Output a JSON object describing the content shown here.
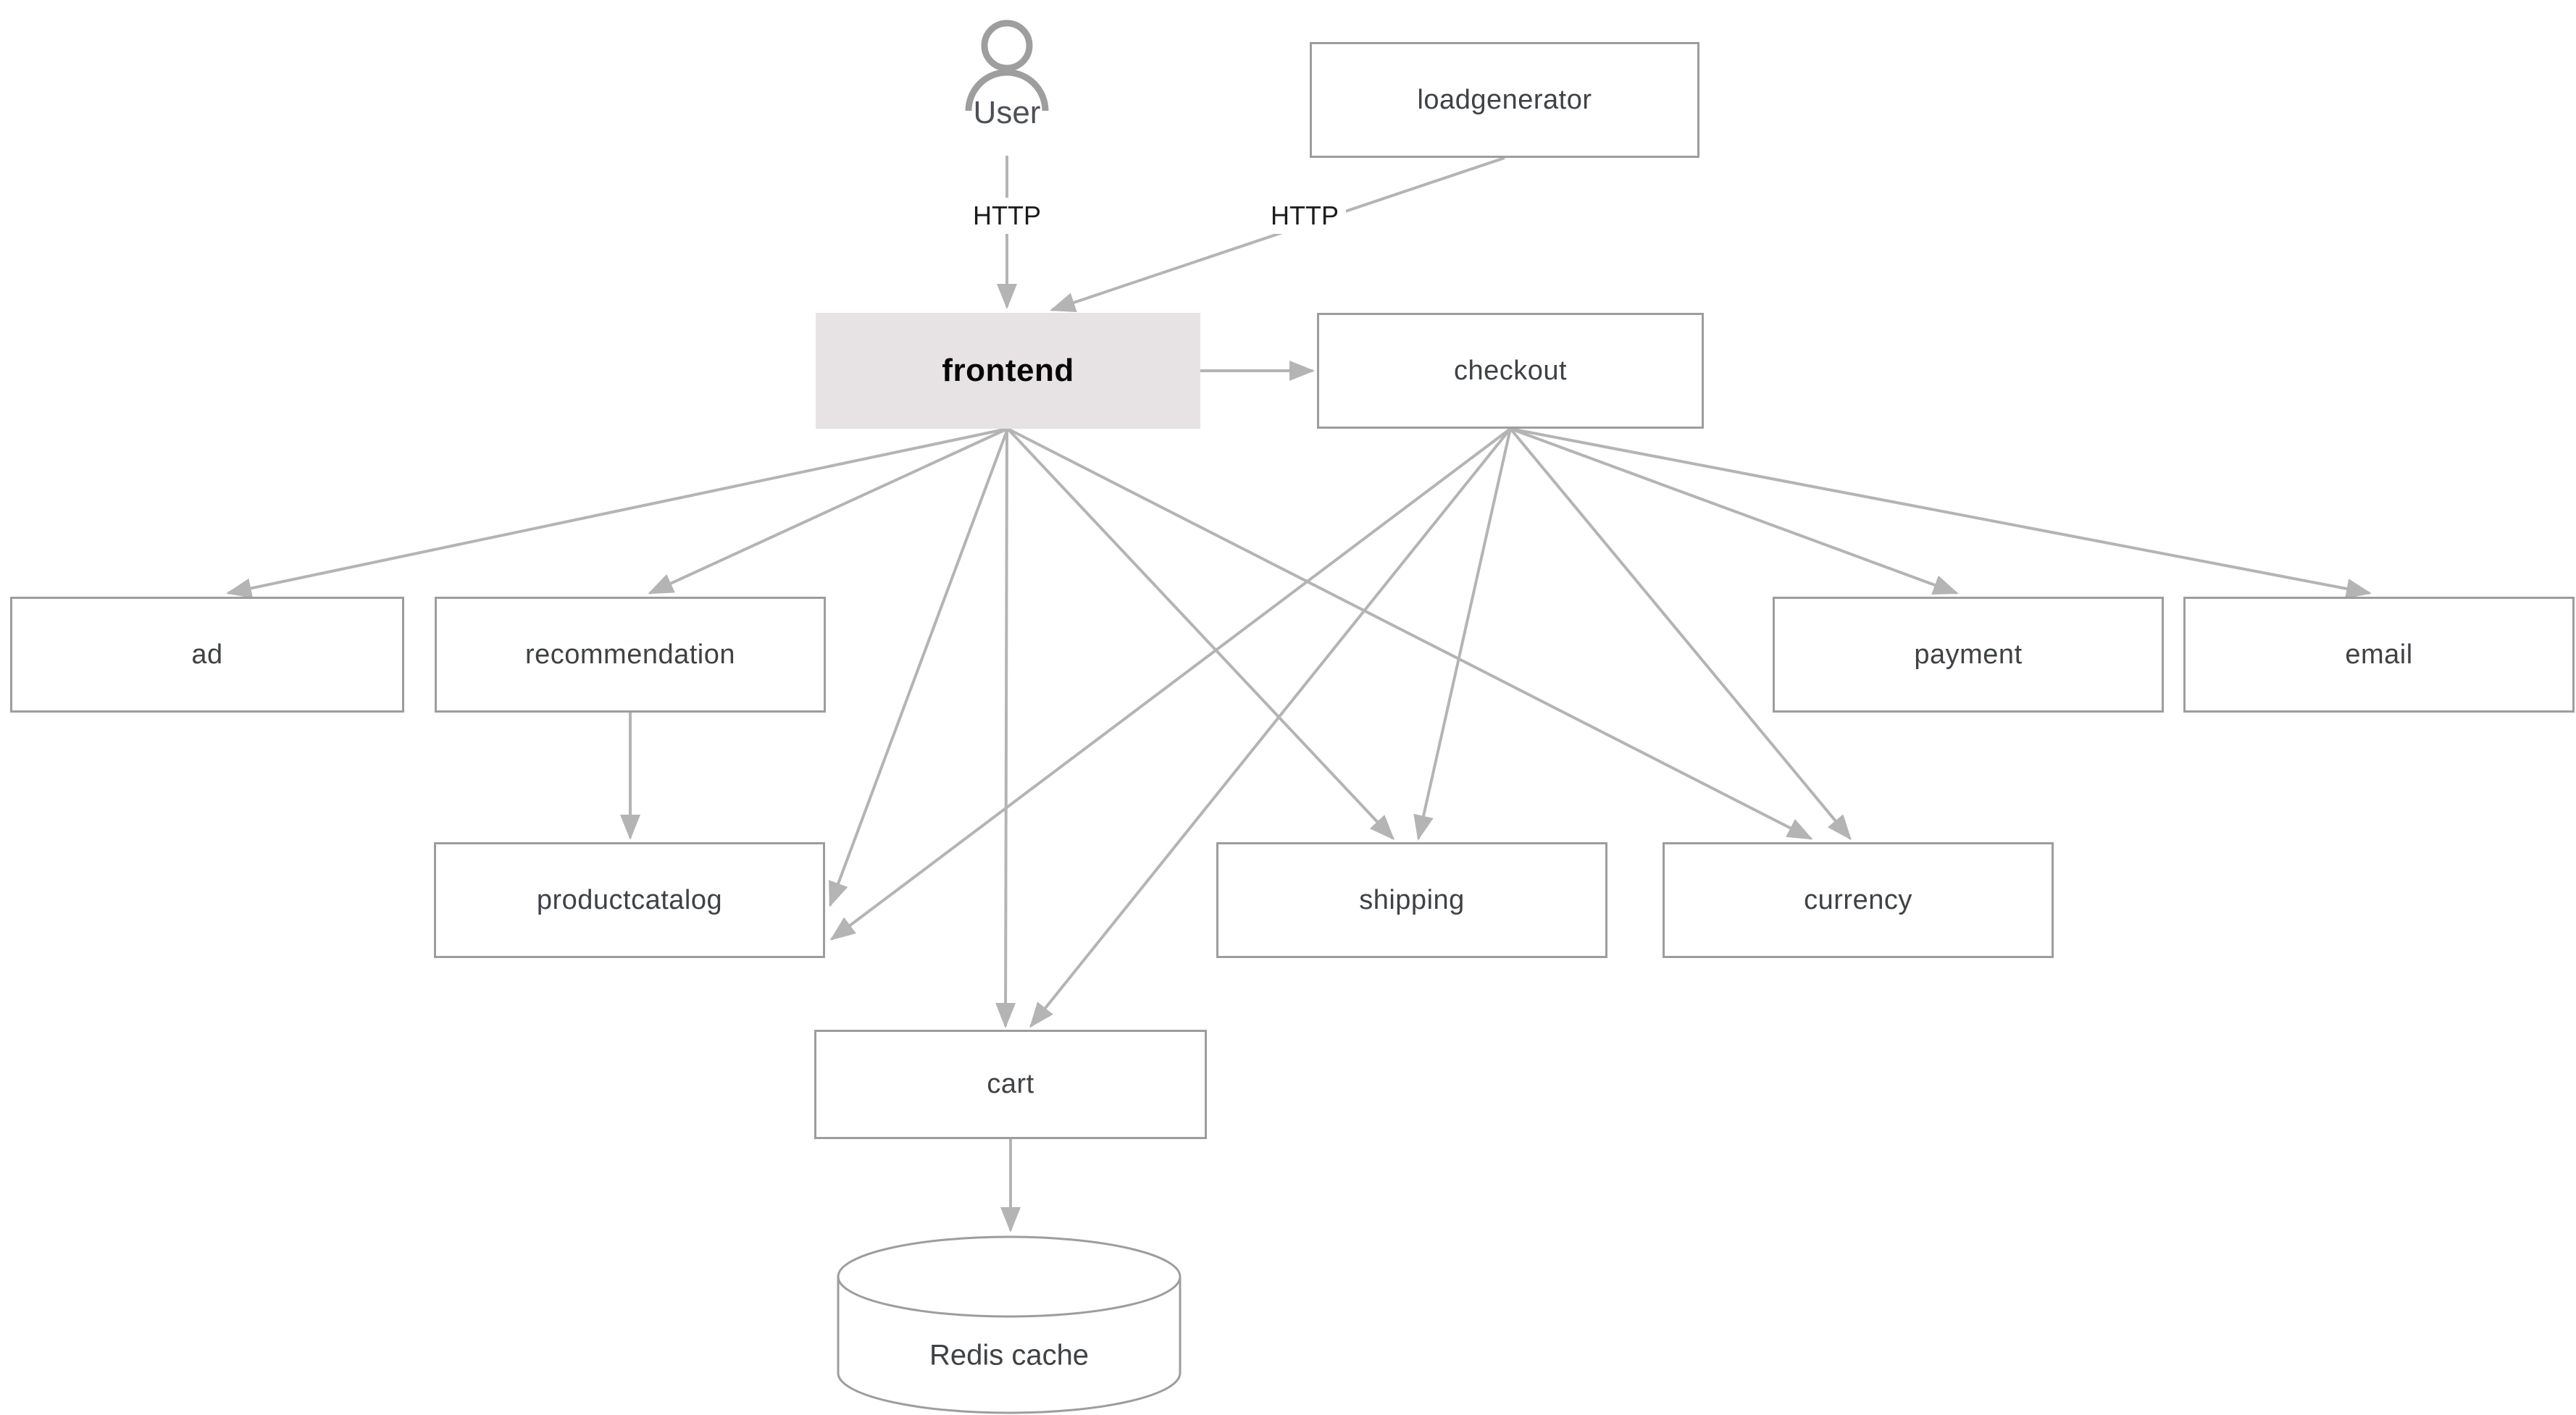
{
  "diagram": {
    "kind": "microservices-architecture-graph",
    "nodes": {
      "user": {
        "label": "User",
        "type": "actor"
      },
      "loadgenerator": {
        "label": "loadgenerator",
        "type": "service"
      },
      "frontend": {
        "label": "frontend",
        "type": "service",
        "highlighted": true
      },
      "checkout": {
        "label": "checkout",
        "type": "service"
      },
      "ad": {
        "label": "ad",
        "type": "service"
      },
      "recommendation": {
        "label": "recommendation",
        "type": "service"
      },
      "payment": {
        "label": "payment",
        "type": "service"
      },
      "email": {
        "label": "email",
        "type": "service"
      },
      "productcatalog": {
        "label": "productcatalog",
        "type": "service"
      },
      "shipping": {
        "label": "shipping",
        "type": "service"
      },
      "currency": {
        "label": "currency",
        "type": "service"
      },
      "cart": {
        "label": "cart",
        "type": "service"
      },
      "redis": {
        "label": "Redis cache",
        "type": "database"
      }
    },
    "edges": [
      {
        "from": "user",
        "to": "frontend",
        "label": "HTTP"
      },
      {
        "from": "loadgenerator",
        "to": "frontend",
        "label": "HTTP"
      },
      {
        "from": "frontend",
        "to": "checkout",
        "label": ""
      },
      {
        "from": "frontend",
        "to": "ad",
        "label": ""
      },
      {
        "from": "frontend",
        "to": "recommendation",
        "label": ""
      },
      {
        "from": "frontend",
        "to": "productcatalog",
        "label": ""
      },
      {
        "from": "frontend",
        "to": "cart",
        "label": ""
      },
      {
        "from": "frontend",
        "to": "shipping",
        "label": ""
      },
      {
        "from": "frontend",
        "to": "currency",
        "label": ""
      },
      {
        "from": "checkout",
        "to": "productcatalog",
        "label": ""
      },
      {
        "from": "checkout",
        "to": "cart",
        "label": ""
      },
      {
        "from": "checkout",
        "to": "shipping",
        "label": ""
      },
      {
        "from": "checkout",
        "to": "currency",
        "label": ""
      },
      {
        "from": "checkout",
        "to": "payment",
        "label": ""
      },
      {
        "from": "checkout",
        "to": "email",
        "label": ""
      },
      {
        "from": "recommendation",
        "to": "productcatalog",
        "label": ""
      },
      {
        "from": "cart",
        "to": "redis",
        "label": ""
      }
    ],
    "edge_labels": {
      "user_frontend": "HTTP",
      "loadgenerator_frontend": "HTTP"
    },
    "colors": {
      "background": "#ffffff",
      "box_border": "#9d9d9d",
      "box_fill": "#ffffff",
      "highlight_fill": "#e7e2e3",
      "arrow": "#b4b4b4",
      "node_text": "#3f4245",
      "highlight_text": "#060606",
      "actor_icon": "#9e9e9e"
    }
  }
}
